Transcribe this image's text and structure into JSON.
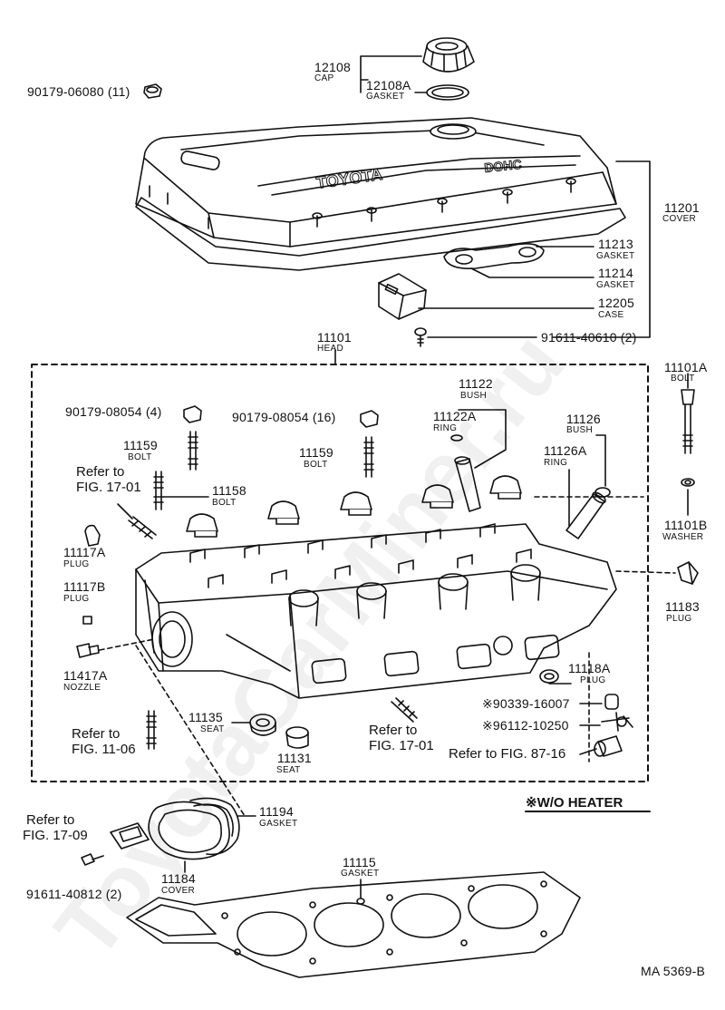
{
  "labels": {
    "cap": {
      "num": "12108",
      "name": "CAP"
    },
    "cap_gasket": {
      "num": "12108A",
      "name": "GASKET"
    },
    "nut_top": {
      "num": "90179-06080 (11)"
    },
    "cover": {
      "num": "11201",
      "name": "COVER"
    },
    "gasket_11213": {
      "num": "11213",
      "name": "GASKET"
    },
    "gasket_11214": {
      "num": "11214",
      "name": "GASKET"
    },
    "case": {
      "num": "12205",
      "name": "CASE"
    },
    "bolt_91611_40610": {
      "num": "91611-40610 (2)"
    },
    "head": {
      "num": "11101",
      "name": "HEAD"
    },
    "bolt_11101a": {
      "num": "11101A",
      "name": "BOLT"
    },
    "nut_4": {
      "num": "90179-08054 (4)"
    },
    "nut_16": {
      "num": "90179-08054 (16)"
    },
    "bush_11122": {
      "num": "11122",
      "name": "BUSH"
    },
    "ring_11122a": {
      "num": "11122A",
      "name": "RING"
    },
    "bush_11126": {
      "num": "11126",
      "name": "BUSH"
    },
    "ring_11126a": {
      "num": "11126A",
      "name": "RING"
    },
    "bolt_11159_left": {
      "num": "11159",
      "name": "BOLT"
    },
    "bolt_11159_mid": {
      "num": "11159",
      "name": "BOLT"
    },
    "ref_17_01_top": {
      "line1": "Refer to",
      "line2": "FIG. 17-01"
    },
    "bolt_11158": {
      "num": "11158",
      "name": "BOLT"
    },
    "washer_11101b": {
      "num": "11101B",
      "name": "WASHER"
    },
    "plug_11117a": {
      "num": "11117A",
      "name": "PLUG"
    },
    "plug_11117b": {
      "num": "11117B",
      "name": "PLUG"
    },
    "plug_11183": {
      "num": "11183",
      "name": "PLUG"
    },
    "nozzle_11417a": {
      "num": "11417A",
      "name": "NOZZLE"
    },
    "plug_11118a": {
      "num": "11118A",
      "name": "PLUG"
    },
    "part_90339": {
      "num": "※90339-16007"
    },
    "part_96112": {
      "num": "※96112-10250"
    },
    "ref_87_16": {
      "text": "Refer to FIG. 87-16"
    },
    "seat_11135": {
      "num": "11135",
      "name": "SEAT"
    },
    "seat_11131": {
      "num": "11131",
      "name": "SEAT"
    },
    "ref_11_06": {
      "line1": "Refer to",
      "line2": "FIG. 11-06"
    },
    "ref_17_01_bottom": {
      "line1": "Refer to",
      "line2": "FIG. 17-01"
    },
    "gasket_11194": {
      "num": "11194",
      "name": "GASKET"
    },
    "ref_17_09": {
      "line1": "Refer to",
      "line2": "FIG. 17-09"
    },
    "cover_11184": {
      "num": "11184",
      "name": "COVER"
    },
    "bolt_91611_40812": {
      "num": "91611-40812 (2)"
    },
    "gasket_11115": {
      "num": "11115",
      "name": "GASKET"
    },
    "wo_heater": {
      "text": "※W/O HEATER"
    },
    "figure_id": {
      "text": "MA 5369-B"
    }
  },
  "watermark": {
    "text": "ToyotaCarMiner.ru"
  },
  "colors": {
    "ink": "#111111",
    "paper": "#ffffff"
  }
}
